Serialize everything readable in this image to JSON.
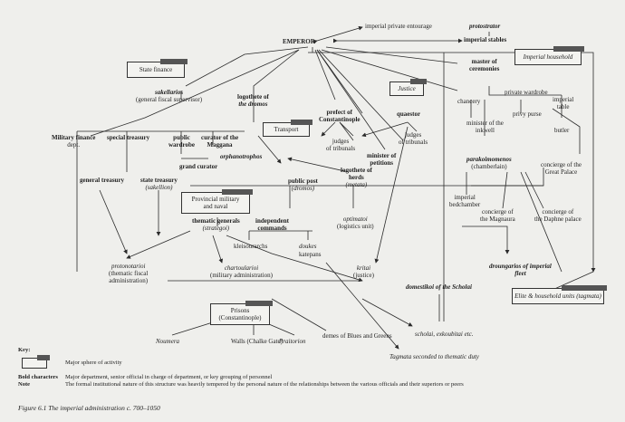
{
  "nodes": {
    "emperor": "EMPEROR",
    "private_entourage": "imperial private entourage",
    "protostrator": "protostrator",
    "imperial_stables": "imperial stables",
    "state_finance": "State finance",
    "imperial_household": "Imperial household",
    "master_of_ceremonies_1": "master of",
    "master_of_ceremonies_2": "ceremonies",
    "justice_box": "Justice",
    "sakellarios": "sakellarios",
    "sakellarios_sub": "(general fiscal supervisor)",
    "logothete_dromos_1": "logothete of",
    "logothete_dromos_2": "the dromos",
    "prefect_1": "prefect of",
    "prefect_2": "Constantinople",
    "quaestor": "quaestor",
    "chancery": "chancery",
    "private_wardrobe": "private wardrobe",
    "imperial_table_1": "imperial",
    "imperial_table_2": "table",
    "privy_purse": "privy purse",
    "minister_inkwell_1": "minister of the",
    "minister_inkwell_2": "inkwell",
    "butler": "butler",
    "military_finance_1": "Military finance",
    "military_finance_2": "dept.",
    "special_treasury": "special treasury",
    "public_wardrobe_1": "public",
    "public_wardrobe_2": "wardrobe",
    "curator_1": "curator of the",
    "curator_2": "Maggana",
    "transport": "Transport",
    "judges_tribunals_left_1": "judges",
    "judges_tribunals_left_2": "of tribunals",
    "judges_tribunals_right_1": "judges",
    "judges_tribunals_right_2": "of tribunals",
    "orphanotrophos": "orphanotrophos",
    "minister_petitions_1": "minister of",
    "minister_petitions_2": "petitions",
    "parakoimomenos": "parakoimomenos",
    "chamberlain": "(chamberlain)",
    "grand_curator": "grand curator",
    "concierge_palace_1": "concierge of the",
    "concierge_palace_2": "Great Palace",
    "general_treasury": "general treasury",
    "state_treasury_1": "state treasury",
    "state_treasury_2": "(sakellion)",
    "public_post_1": "public post",
    "public_post_2": "(dromos)",
    "logothete_herds_1": "logothete of",
    "logothete_herds_2": "herds",
    "logothete_herds_3": "(metata)",
    "imperial_bedchamber_1": "imperial",
    "imperial_bedchamber_2": "bedchamber",
    "provincial_1": "Provincial military",
    "provincial_2": "and naval",
    "concierge_magnaura_1": "concierge of",
    "concierge_magnaura_2": "the Magnaura",
    "concierge_daphne_1": "concierge of",
    "concierge_daphne_2": "the Daphne palace",
    "optimatoi_1": "optimatoi",
    "optimatoi_2": "(logistics unit)",
    "thematic_generals_1": "thematic generals",
    "thematic_generals_2": "(strategoi)",
    "independent_commands_1": "independent",
    "independent_commands_2": "commands",
    "kleisourarchs": "kleisourarchs",
    "doukes": "doukes",
    "katepans": "katepans",
    "protonotarioi_1": "protonotarioi",
    "protonotarioi_2": "(thematic fiscal",
    "protonotarioi_3": "administration)",
    "chartoularioi_1": "chartoularioi",
    "chartoularioi_2": "(military administration)",
    "kritai_1": "kritai",
    "kritai_2": "(justice)",
    "droungarios_1": "droungarios of imperial",
    "droungarios_2": "fleet",
    "domestikoi": "domestikoi of the Scholai",
    "elite_units": "Elite & household units (tagmata)",
    "prisons_1": "Prisons",
    "prisons_2": "(Constantinople)",
    "noumera": "Noumera",
    "walls": "Walls (Chalke Gate)",
    "praitorion": "Praitorion",
    "demes": "demes of Blues and Greens",
    "scholai": "scholai, exkoubitai etc.",
    "tagmata_seconded": "Tagmata seconded to thematic duty"
  },
  "key": {
    "title": "Key:",
    "sphere_desc": "Major sphere of activity",
    "bold_term": "Bold characters",
    "bold_desc": "Major department, senior official in charge of department, or key grouping of personnel",
    "note_term": "Note",
    "note_desc": "The formal institutional nature of this structure was heavily tempered by the personal nature of the relationships between the various officials and their superiors or peers"
  },
  "caption": "Figure 6.1   The imperial administration c. 700–1050",
  "colors": {
    "line": "#2a2a2a",
    "tab": "#555555",
    "background": "#efefec"
  }
}
